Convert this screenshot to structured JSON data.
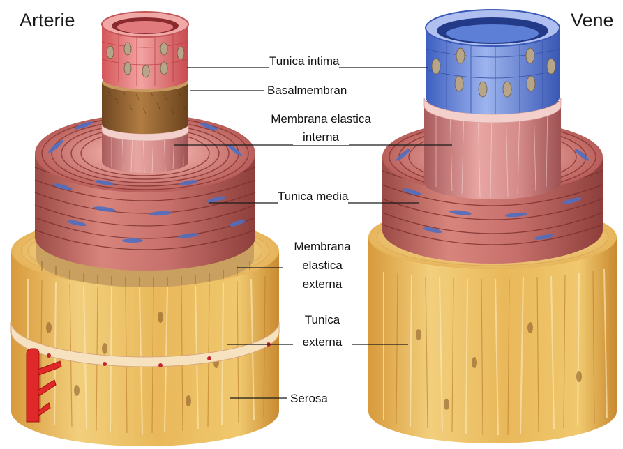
{
  "titles": {
    "left": "Arterie",
    "right": "Vene"
  },
  "labels": {
    "tunica_intima": "Tunica intima",
    "basalmembran": "Basalmembran",
    "membrana_elastica_interna_1": "Membrana elastica",
    "membrana_elastica_interna_2": "interna",
    "tunica_media": "Tunica media",
    "membrana_elastica_externa_1": "Membrana",
    "membrana_elastica_externa_2": "elastica",
    "membrana_elastica_externa_3": "externa",
    "tunica_externa_1": "Tunica",
    "tunica_externa_2": "externa",
    "serosa": "Serosa"
  },
  "colors": {
    "intima_artery": "#e8787a",
    "intima_vein": "#5a7fd8",
    "basalmembran": "#9b6a35",
    "elastica_interna": "#c97c7e",
    "media": "#c8706c",
    "media_nuclei": "#4f6fc0",
    "externa": "#e6b758",
    "serosa": "#f0cf86",
    "vessel": "#e02828"
  }
}
